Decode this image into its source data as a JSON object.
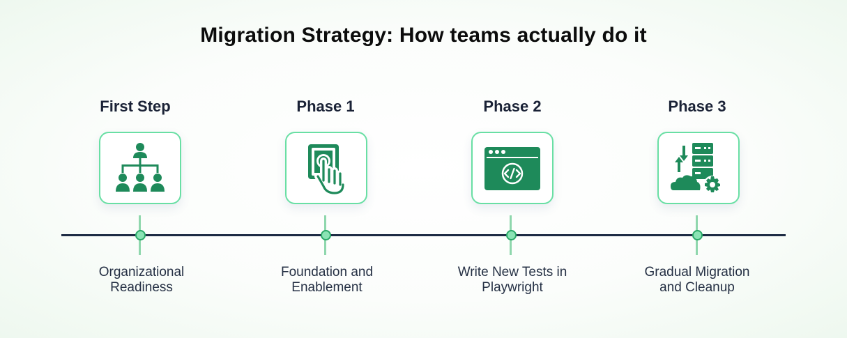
{
  "title": "Migration Strategy: How teams actually do it",
  "accent_color": "#1e8a5a",
  "card_border_color": "#69dfa4",
  "axis_color": "#1d2b44",
  "steps": [
    {
      "label": "First Step",
      "icon": "org-chart-icon",
      "description_line1": "Organizational",
      "description_line2": "Readiness"
    },
    {
      "label": "Phase 1",
      "icon": "touch-press-icon",
      "description_line1": "Foundation and",
      "description_line2": "Enablement"
    },
    {
      "label": "Phase 2",
      "icon": "code-window-icon",
      "description_line1": "Write New Tests in",
      "description_line2": "Playwright"
    },
    {
      "label": "Phase 3",
      "icon": "server-migration-icon",
      "description_line1": "Gradual Migration",
      "description_line2": "and Cleanup"
    }
  ]
}
